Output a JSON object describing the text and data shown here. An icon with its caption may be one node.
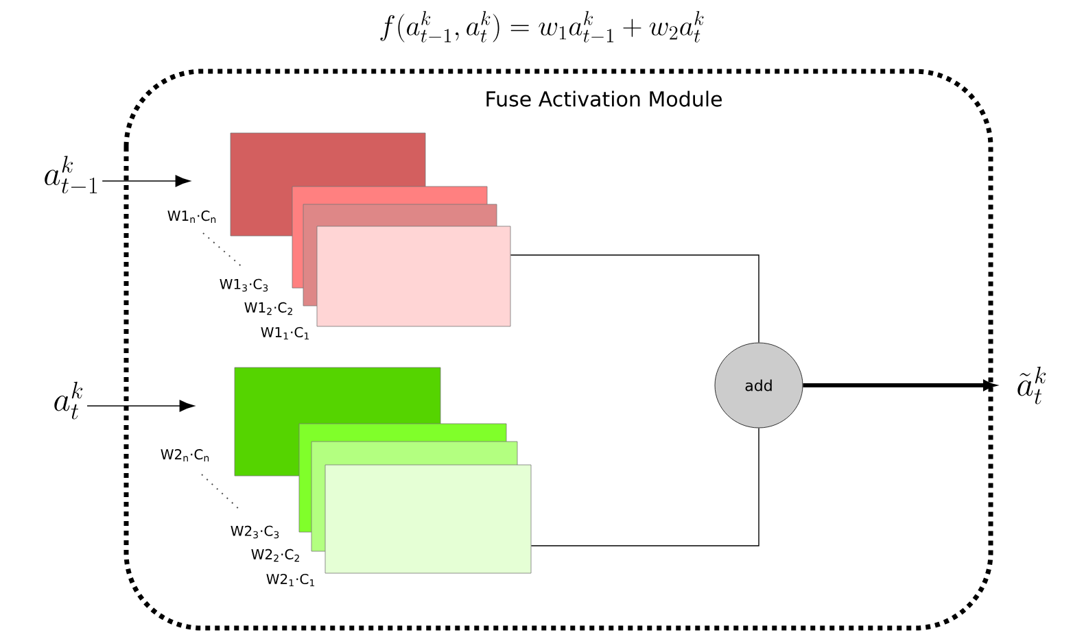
{
  "diagram": {
    "title": "f(a_{t-1}^k, a_t^k) = w_1 a_{t-1}^k + w_2 a_t^k",
    "nodes": [
      {
        "text": [
          "Fuse Activation Module"
        ]
      },
      {
        "text": [
          "a_{t-1}^k"
        ]
      },
      {
        "text": [
          "a_t^k"
        ]
      },
      {
        "text": [],
        "shape": "box",
        "in": 0
      },
      {
        "text": [],
        "shape": "box",
        "in": 0
      },
      {
        "text": [],
        "shape": "box",
        "in": 0
      },
      {
        "text": [],
        "shape": "box",
        "in": 0
      },
      {
        "text": [],
        "shape": "box",
        "in": 0
      },
      {
        "text": [],
        "shape": "box",
        "in": 0
      },
      {
        "text": [],
        "shape": "box",
        "in": 0
      },
      {
        "text": [],
        "shape": "box",
        "in": 0
      },
      {
        "text": [
          "add"
        ],
        "in": 0
      },
      {
        "text": [
          "\\tilde{a}_t^k"
        ]
      }
    ],
    "edges": [
      {
        "from": 1,
        "to": 3,
        "arrow": "to"
      },
      {
        "from": 2,
        "to": 7,
        "arrow": "to"
      },
      {
        "from": 6,
        "to": 11,
        "arrow": "none"
      },
      {
        "from": 10,
        "to": 11,
        "arrow": "none"
      },
      {
        "from": 11,
        "to": 12,
        "arrow": "to",
        "style": "thick"
      }
    ],
    "labels": [
      "W1$_{n}$·C$_{n}$",
      "W1$_{3}$·C$_{3}$",
      "W1$_{2}$·C$_{2}$",
      "W1$_{1}$·C$_{1}$",
      "W2$_{n}$·C$_{n}$",
      "W2$_{3}$·C$_{3}$",
      "W2$_{2}$·C$_{2}$",
      "W2$_{1}$·C$_{1}$"
    ]
  }
}
